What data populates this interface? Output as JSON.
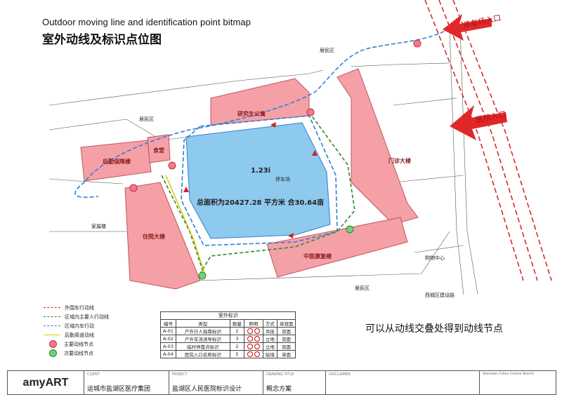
{
  "header": {
    "title_en": "Outdoor moving line and identification point bitmap",
    "title_zh": "室外动线及标识点位图"
  },
  "map": {
    "buildings": {
      "research_apartment": "研究生公寓",
      "outpatient": "门诊大楼",
      "logistics": "后勤保障楼",
      "canteen": "食堂",
      "inpatient": "住院大楼",
      "tcm": "中医康复楼"
    },
    "areas": {
      "residential_nw": "居民区",
      "residential_n": "居民区",
      "residential_s": "居民区",
      "family": "家属楼",
      "parking": "停车场",
      "shopping": "购物中心",
      "street_south": "西城区建设路"
    },
    "area_note": "总面积为20427.28 平方米 合30.64亩",
    "handwritten_1": "1.23i",
    "entrance_1": "停车场入口",
    "entrance_2": "医院入口"
  },
  "legend": [
    {
      "label": "外围车行动线",
      "kind": "line",
      "color": "#d42020",
      "style": "dashed"
    },
    {
      "label": "区域内主要人行动线",
      "kind": "line",
      "color": "#2a8a2a",
      "style": "dashed"
    },
    {
      "label": "区域内车行动",
      "kind": "line",
      "color": "#2f7fd6",
      "style": "dashed"
    },
    {
      "label": "后勤周道动线",
      "kind": "line",
      "color": "#e6c300",
      "style": "solid"
    },
    {
      "label": "主要动线节点",
      "kind": "dot",
      "color": "#f27a8a"
    },
    {
      "label": "次要动线节点",
      "kind": "dot",
      "color": "#6fd17a"
    }
  ],
  "sign_table": {
    "caption": "室外标识",
    "headers": [
      "编号",
      "类型",
      "数量",
      "照明",
      "方式",
      "单双面"
    ],
    "rows": [
      [
        "A-01",
        "户外行人指南标识",
        "2",
        "",
        "吊挂",
        "双面"
      ],
      [
        "A-02",
        "户外车流诱导标识",
        "3",
        "",
        "立地",
        "双面"
      ],
      [
        "A-03",
        "临时停靠点标识",
        "2",
        "",
        "立地",
        "双面"
      ],
      [
        "A-04",
        "医院入口名称标识",
        "5",
        "",
        "贴墙",
        "单面"
      ]
    ]
  },
  "note": "可以从动线交叠处得到动线节点",
  "footer": {
    "logo": "amyART",
    "client_caption": "CLIENT",
    "client": "运城市盐湖区医疗集团",
    "project_caption": "PROJECT",
    "project": "盐湖区人民医院标识设计",
    "drawing_caption": "DRAWING TITLE",
    "drawing": "概念方案",
    "disclaimer_caption": "DISCLAIMER",
    "address": "Shenzhen Futian Central District"
  },
  "colors": {
    "building": "#f4a0a6",
    "building_stroke": "#c0555e",
    "parking": "#8ec9ee",
    "car_route": "#2f7fd6",
    "ped_route": "#2a8a2a",
    "outer_route": "#d42020"
  }
}
